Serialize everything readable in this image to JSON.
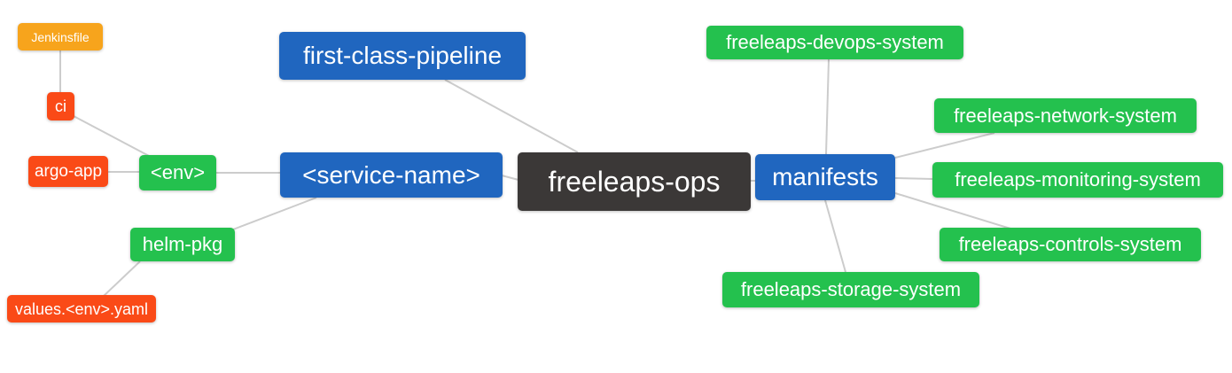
{
  "diagram": {
    "kind": "mind-map",
    "colors": {
      "root_node": "#3B3837",
      "branch_node": "#2066BF",
      "green_node": "#24C14E",
      "red_node": "#FA4A17",
      "orange_node": "#F7A41C",
      "edge": "#CCCCCC",
      "node_text": "#FFFFFF",
      "background": "#FFFFFF"
    },
    "nodes": [
      {
        "id": "freeleaps-ops",
        "label": "freeleaps-ops",
        "role": "root"
      },
      {
        "id": "first-class-pipeline",
        "label": "first-class-pipeline",
        "role": "branch"
      },
      {
        "id": "service-name",
        "label": "<service-name>",
        "role": "branch"
      },
      {
        "id": "manifests",
        "label": "manifests",
        "role": "branch"
      },
      {
        "id": "env",
        "label": "<env>",
        "role": "sub-green"
      },
      {
        "id": "helm-pkg",
        "label": "helm-pkg",
        "role": "sub-green"
      },
      {
        "id": "ci",
        "label": "ci",
        "role": "leaf-red"
      },
      {
        "id": "argo-app",
        "label": "argo-app",
        "role": "leaf-red"
      },
      {
        "id": "jenkinsfile",
        "label": "Jenkinsfile",
        "role": "leaf-orange"
      },
      {
        "id": "values-env-yaml",
        "label": "values.<env>.yaml",
        "role": "leaf-red"
      },
      {
        "id": "freeleaps-devops-system",
        "label": "freeleaps-devops-system",
        "role": "sub-green"
      },
      {
        "id": "freeleaps-network-system",
        "label": "freeleaps-network-system",
        "role": "sub-green"
      },
      {
        "id": "freeleaps-monitoring-system",
        "label": "freeleaps-monitoring-system",
        "role": "sub-green"
      },
      {
        "id": "freeleaps-controls-system",
        "label": "freeleaps-controls-system",
        "role": "sub-green"
      },
      {
        "id": "freeleaps-storage-system",
        "label": "freeleaps-storage-system",
        "role": "sub-green"
      }
    ],
    "edges": [
      {
        "from": "jenkinsfile",
        "to": "ci"
      },
      {
        "from": "ci",
        "to": "env"
      },
      {
        "from": "argo-app",
        "to": "env"
      },
      {
        "from": "env",
        "to": "service-name"
      },
      {
        "from": "helm-pkg",
        "to": "service-name"
      },
      {
        "from": "values-env-yaml",
        "to": "helm-pkg"
      },
      {
        "from": "first-class-pipeline",
        "to": "freeleaps-ops"
      },
      {
        "from": "service-name",
        "to": "freeleaps-ops"
      },
      {
        "from": "freeleaps-ops",
        "to": "manifests"
      },
      {
        "from": "manifests",
        "to": "freeleaps-devops-system"
      },
      {
        "from": "manifests",
        "to": "freeleaps-network-system"
      },
      {
        "from": "manifests",
        "to": "freeleaps-monitoring-system"
      },
      {
        "from": "manifests",
        "to": "freeleaps-controls-system"
      },
      {
        "from": "manifests",
        "to": "freeleaps-storage-system"
      }
    ]
  }
}
